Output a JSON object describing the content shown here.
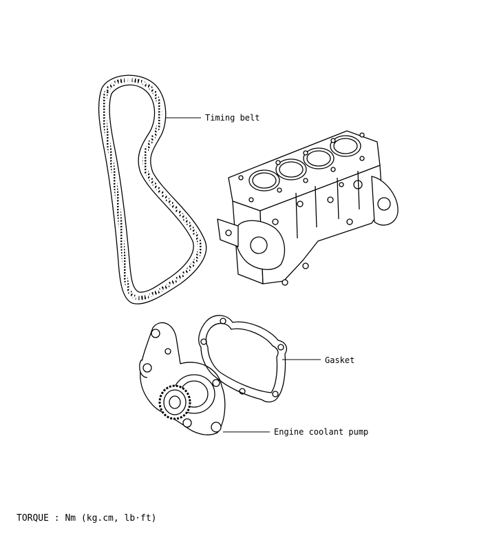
{
  "labels": {
    "timing_belt": "Timing belt",
    "gasket": "Gasket",
    "coolant_pump": "Engine coolant pump"
  },
  "footer": {
    "torque_note": "TORQUE : Nm (kg.cm, lb·ft)"
  },
  "colors": {
    "line": "#000000",
    "background": "#ffffff"
  }
}
